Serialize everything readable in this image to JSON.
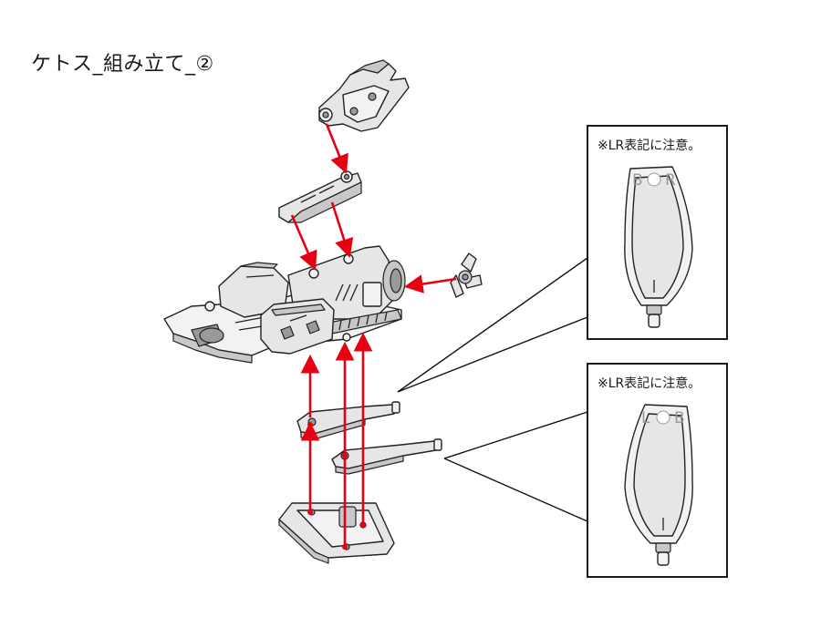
{
  "title": "ケトス_組み立て_②",
  "callouts": [
    {
      "note": "※LR表記に注意。",
      "left_letter": "B",
      "right_letter": "R"
    },
    {
      "note": "※LR表記に注意。",
      "left_letter": "L",
      "right_letter": "B"
    }
  ],
  "colors": {
    "arrow": "#e60012",
    "part_fill": "#e6e6e6",
    "part_shadow": "#9a9a9a",
    "line": "#222222"
  }
}
